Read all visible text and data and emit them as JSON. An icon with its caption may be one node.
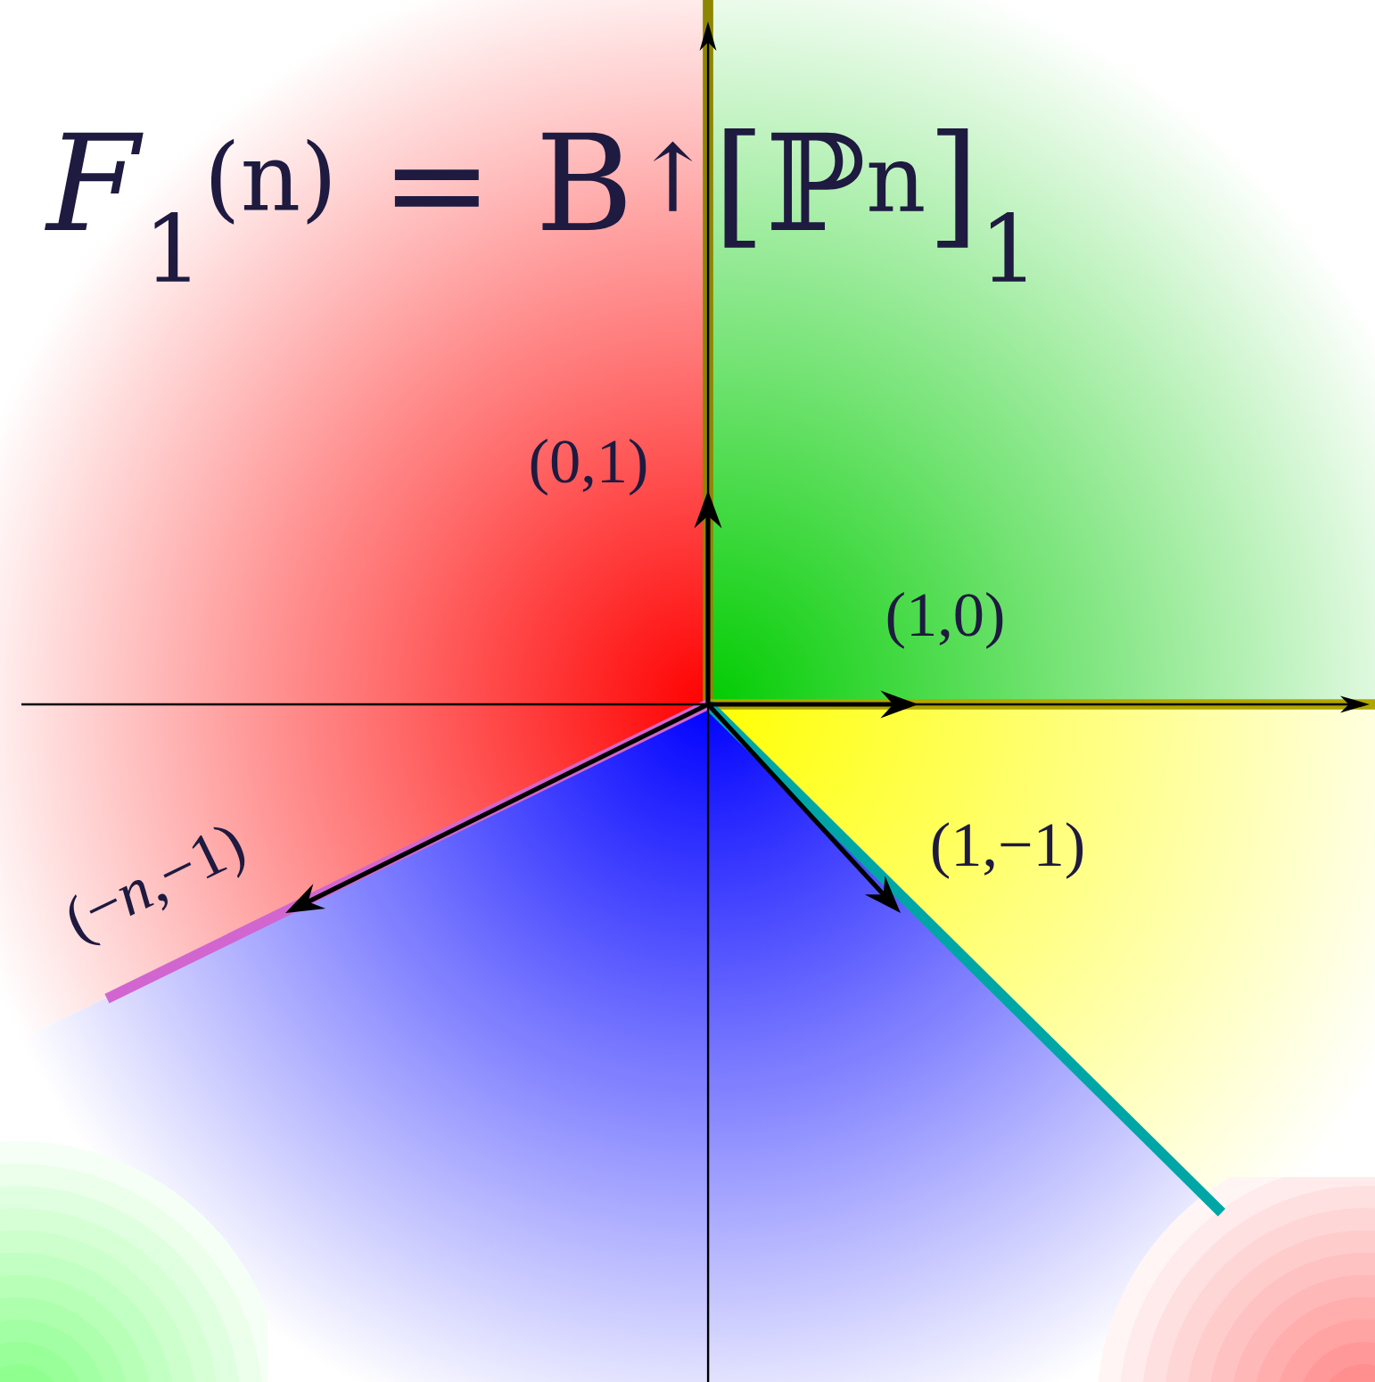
{
  "diagram": {
    "title": "*F*$_{1}$$^{(n)}$ = B$^{↑}$[ℙ$^{n}$]$_{1}$",
    "labels": [
      "(0,1)",
      "(1,0)",
      "(−*n*,−1)",
      "(1,−1)"
    ]
  }
}
